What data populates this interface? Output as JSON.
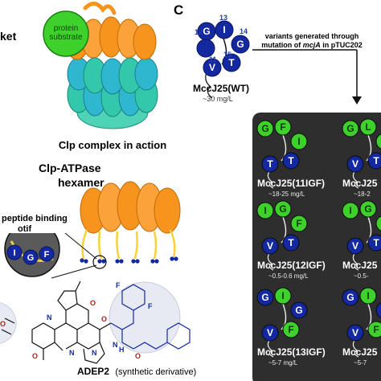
{
  "panelA": {
    "pocket_label": "ket",
    "substrate_label": "protein substrate",
    "caption": "Clp complex in action"
  },
  "panelB": {
    "title_line1": "Clp-ATPase",
    "title_line2": "hexamer",
    "motif_line1": "peptide binding",
    "motif_line2": "otif",
    "motif_residues": [
      "I",
      "G",
      "F"
    ],
    "adep_name": "ADEP2",
    "adep_note": "(synthetic derivative)",
    "atom_F1": "F",
    "atom_F2": "F",
    "atom_N1": "N",
    "atom_N2": "N",
    "atom_N3": "N",
    "atom_N4": "N",
    "atom_O1": "O",
    "atom_O2": "O",
    "atom_O3": "O",
    "atom_O4": "O",
    "atom_O5": "O",
    "atom_H": "H"
  },
  "panelC": {
    "letter": "C",
    "wt": {
      "residues": [
        "G",
        "I",
        "G",
        "V",
        "T"
      ],
      "positions": [
        "12",
        "13",
        "14",
        "11",
        "15"
      ],
      "name": "MccJ25(WT)",
      "yield": "~30 mg/L"
    },
    "arrow_note_line1": "variants generated through",
    "arrow_note_pre": "mutation of ",
    "arrow_note_gene": "mcjA",
    "arrow_note_post": " in pTUC202",
    "variants": [
      {
        "residues": [
          "G",
          "F",
          "I",
          "T",
          "T"
        ],
        "name": "MccJ25(11IGF)",
        "yield": "~18-25 mg/L"
      },
      {
        "residues": [
          "G",
          "L",
          "I",
          "V",
          "T"
        ],
        "name": "MccJ25",
        "yield": "~18-2"
      },
      {
        "residues": [
          "I",
          "G",
          "F",
          "V",
          "T"
        ],
        "name": "MccJ25(12IGF)",
        "yield": "~0.5-0.6 mg/L"
      },
      {
        "residues": [
          "I",
          "G",
          "F",
          "V",
          "T"
        ],
        "name": "MccJ25",
        "yield": "~0.5-"
      },
      {
        "residues": [
          "G",
          "I",
          "G",
          "V",
          "F"
        ],
        "name": "MccJ25(13IGF)",
        "yield": "~5-7 mg/L"
      },
      {
        "residues": [
          "G",
          "I",
          "G",
          "V",
          "F"
        ],
        "name": "MccJ25",
        "yield": "~5-7"
      }
    ]
  },
  "colors": {
    "blue": "#1428a0",
    "green": "#3ed12b",
    "orange": "#f7941d",
    "teal": "#33c7ac",
    "dark_panel": "#2e2e2e",
    "yellow": "#f5d23a"
  }
}
